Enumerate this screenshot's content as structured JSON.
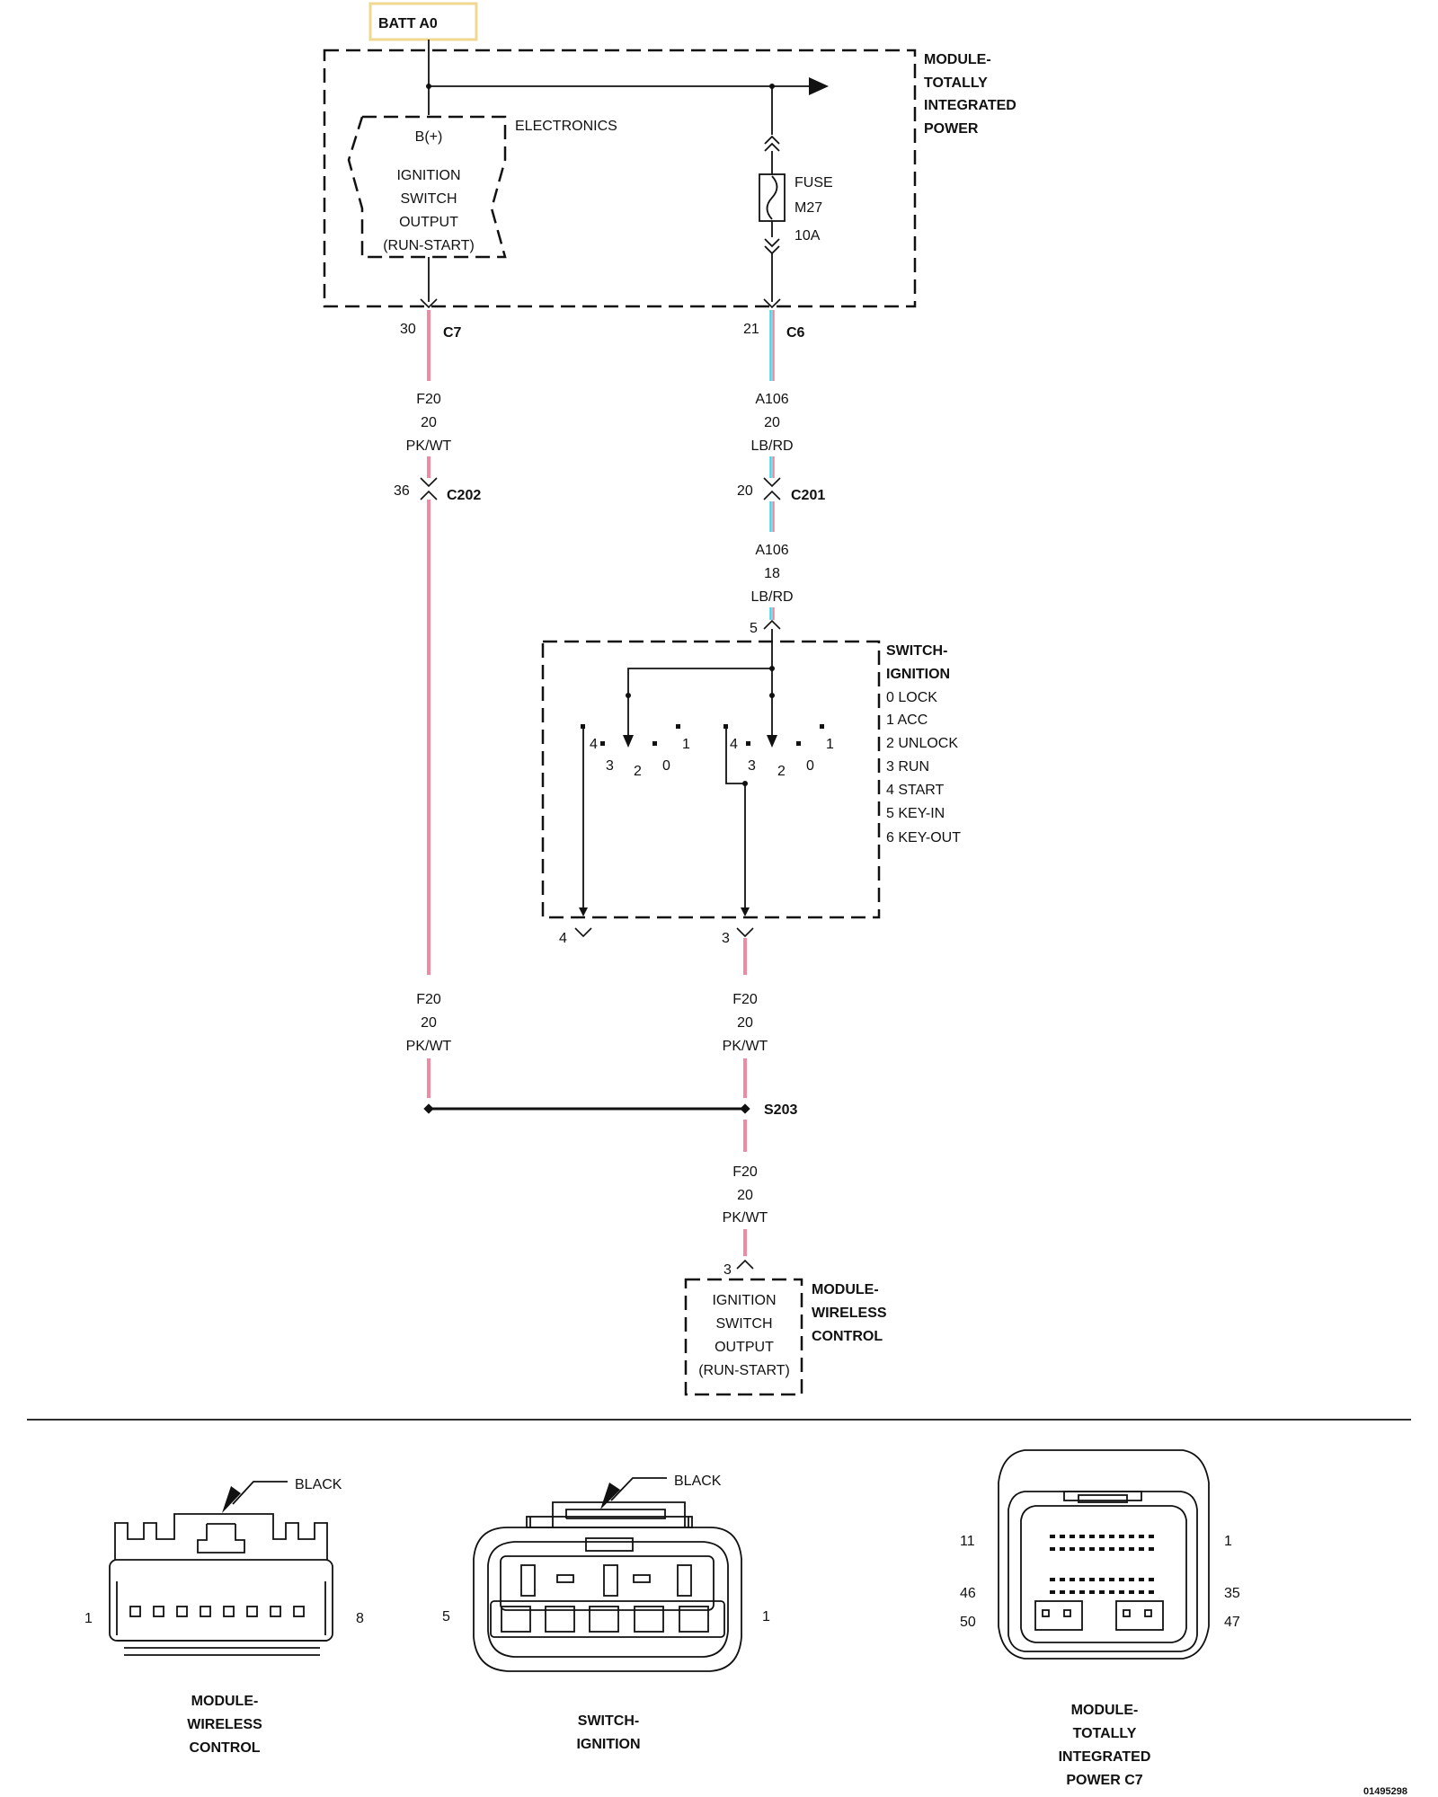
{
  "batt": {
    "label": "BATT A0"
  },
  "tipm": {
    "title": [
      "MODULE-",
      "TOTALLY",
      "INTEGRATED",
      "POWER"
    ],
    "electronics_label": "ELECTRONICS",
    "inner_lines": [
      "B(+)",
      "IGNITION",
      "SWITCH",
      "OUTPUT",
      "(RUN-START)"
    ],
    "fuse": {
      "label": "FUSE",
      "id": "M27",
      "rating": "10A"
    }
  },
  "connectors": {
    "c7": {
      "pin": "30",
      "name": "C7"
    },
    "c6": {
      "pin": "21",
      "name": "C6"
    },
    "c202": {
      "pin": "36",
      "name": "C202"
    },
    "c201": {
      "pin": "20",
      "name": "C201"
    }
  },
  "wires": {
    "f20_top": [
      "F20",
      "20",
      "PK/WT"
    ],
    "a106_top": [
      "A106",
      "20",
      "LB/RD"
    ],
    "a106_mid": [
      "A106",
      "18",
      "LB/RD"
    ],
    "f20_left": [
      "F20",
      "20",
      "PK/WT"
    ],
    "f20_right": [
      "F20",
      "20",
      "PK/WT"
    ],
    "f20_bottom": [
      "F20",
      "20",
      "PK/WT"
    ]
  },
  "switch": {
    "title": [
      "SWITCH-",
      "IGNITION"
    ],
    "positions": [
      "0 LOCK",
      "1 ACC",
      "2 UNLOCK",
      "3 RUN",
      "4 START",
      "5 KEY-IN",
      "6 KEY-OUT"
    ],
    "pin_in": "5",
    "pin_out_left": "4",
    "pin_out_right": "3",
    "contacts": [
      "4",
      "3",
      "2",
      "0",
      "1",
      "4",
      "3",
      "2",
      "0",
      "1"
    ]
  },
  "splice": {
    "name": "S203"
  },
  "wcm": {
    "pin": "3",
    "title": [
      "MODULE-",
      "WIRELESS",
      "CONTROL"
    ],
    "inner_lines": [
      "IGNITION",
      "SWITCH",
      "OUTPUT",
      "(RUN-START)"
    ]
  },
  "connector_views": {
    "wcm": {
      "color": "BLACK",
      "pin_left": "1",
      "pin_right": "8",
      "title": [
        "MODULE-",
        "WIRELESS",
        "CONTROL"
      ]
    },
    "ignition": {
      "color": "BLACK",
      "pin_left": "5",
      "pin_right": "1",
      "title": [
        "SWITCH-",
        "IGNITION"
      ]
    },
    "tipm_c7": {
      "pins": [
        "11",
        "1",
        "46",
        "35",
        "50",
        "47"
      ],
      "title": [
        "MODULE-",
        "TOTALLY",
        "INTEGRATED",
        "POWER C7"
      ]
    }
  },
  "figure_id": "01495298"
}
